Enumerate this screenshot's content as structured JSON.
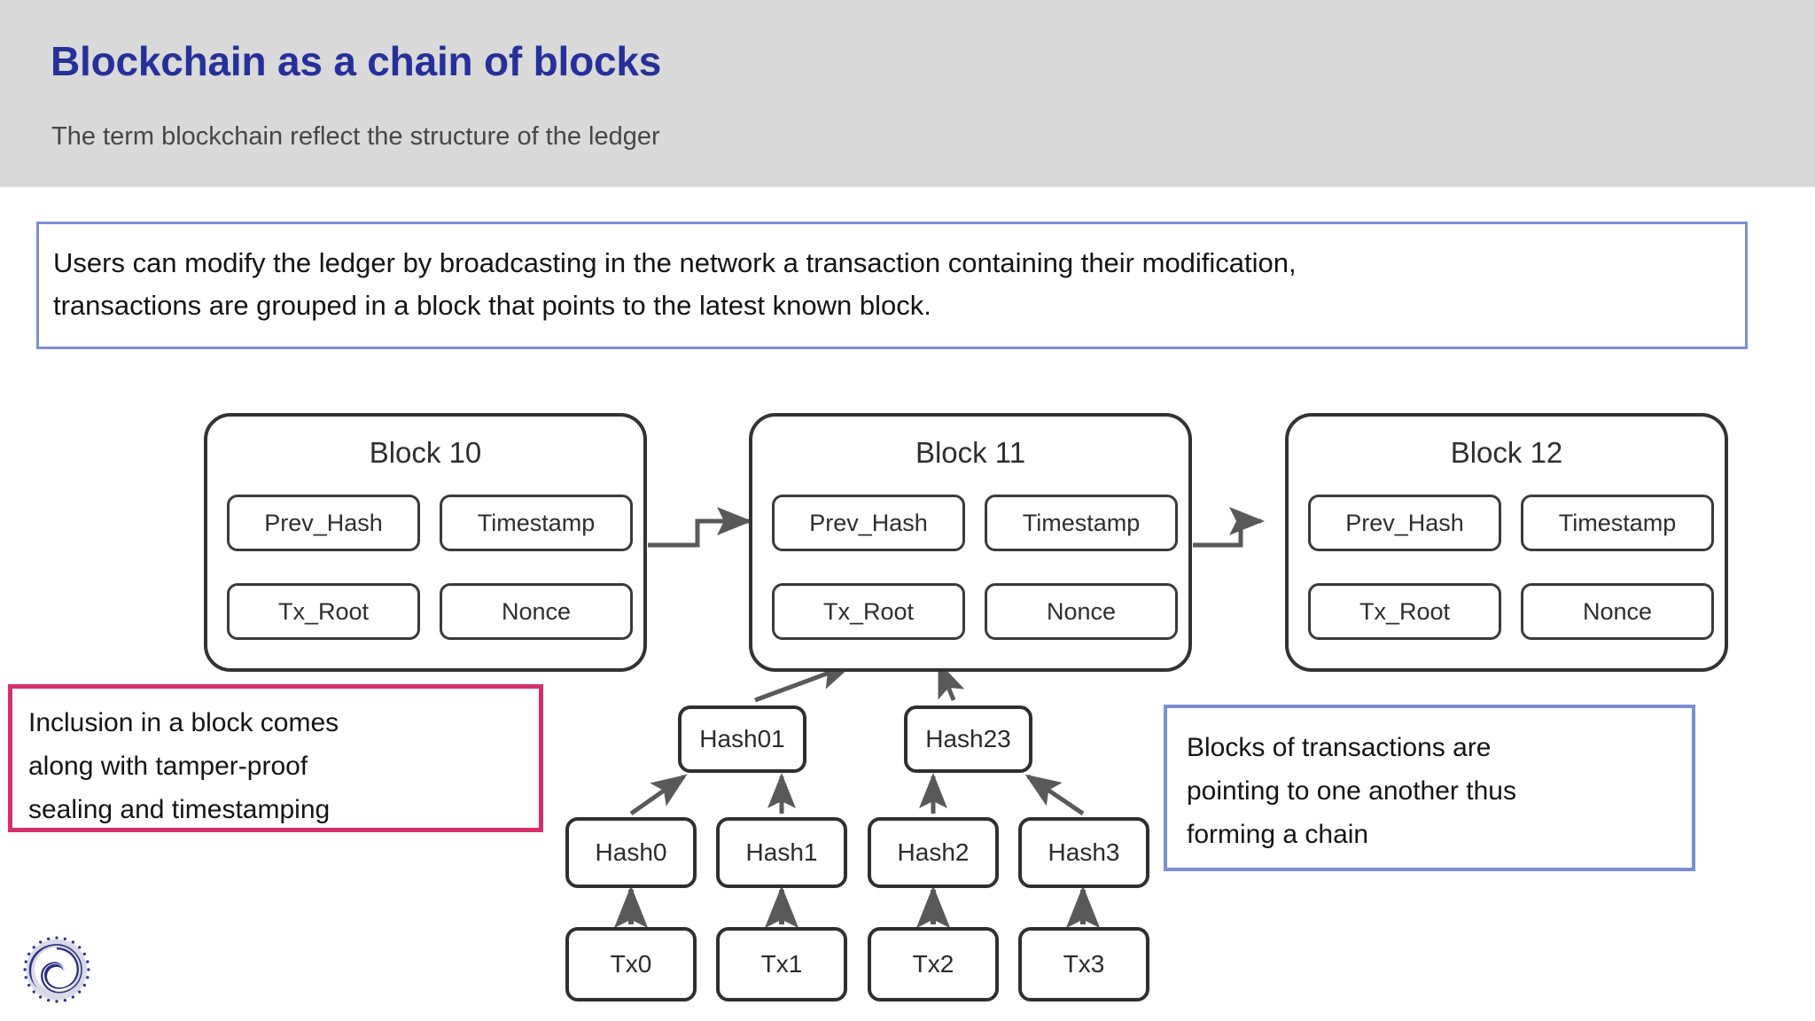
{
  "header": {
    "title": "Blockchain as a chain of blocks",
    "subtitle": "The term blockchain reflect the structure of the ledger",
    "background": "#d9d9d9",
    "title_color": "#26309a",
    "subtitle_color": "#474747"
  },
  "callouts": {
    "top": {
      "line1": "Users can modify the ledger by broadcasting in the network a transaction containing their modification,",
      "line2": "transactions are grouped in a block that points to the latest known block.",
      "border_color": "#7b8fd4"
    },
    "left": {
      "line1": "Inclusion in a block comes",
      "line2": "along with tamper-proof",
      "line3": "sealing and timestamping",
      "border_color": "#d4306c"
    },
    "right": {
      "line1": "Blocks of transactions are",
      "line2": "pointing to one another thus",
      "line3": "forming a chain",
      "border_color": "#7b8fd4"
    }
  },
  "chain": {
    "blocks": [
      {
        "title": "Block 10",
        "fields": [
          {
            "label": "Prev_Hash"
          },
          {
            "label": "Timestamp"
          },
          {
            "label": "Tx_Root"
          },
          {
            "label": "Nonce"
          }
        ]
      },
      {
        "title": "Block 11",
        "fields": [
          {
            "label": "Prev_Hash"
          },
          {
            "label": "Timestamp"
          },
          {
            "label": "Tx_Root"
          },
          {
            "label": "Nonce"
          }
        ]
      },
      {
        "title": "Block 12",
        "fields": [
          {
            "label": "Prev_Hash"
          },
          {
            "label": "Timestamp"
          },
          {
            "label": "Tx_Root"
          },
          {
            "label": "Nonce"
          }
        ]
      }
    ]
  },
  "merkle": {
    "inner_hashes": [
      {
        "label": "Hash01"
      },
      {
        "label": "Hash23"
      }
    ],
    "leaf_hashes": [
      {
        "label": "Hash0"
      },
      {
        "label": "Hash1"
      },
      {
        "label": "Hash2"
      },
      {
        "label": "Hash3"
      }
    ],
    "transactions": [
      {
        "label": "Tx0"
      },
      {
        "label": "Tx1"
      },
      {
        "label": "Tx2"
      },
      {
        "label": "Tx3"
      }
    ]
  },
  "logo": {
    "name": "spiral-logo",
    "color": "#2b3080"
  },
  "colors": {
    "box_stroke": "#333333",
    "arrow": "#595959",
    "slide_background": "#ffffff"
  }
}
